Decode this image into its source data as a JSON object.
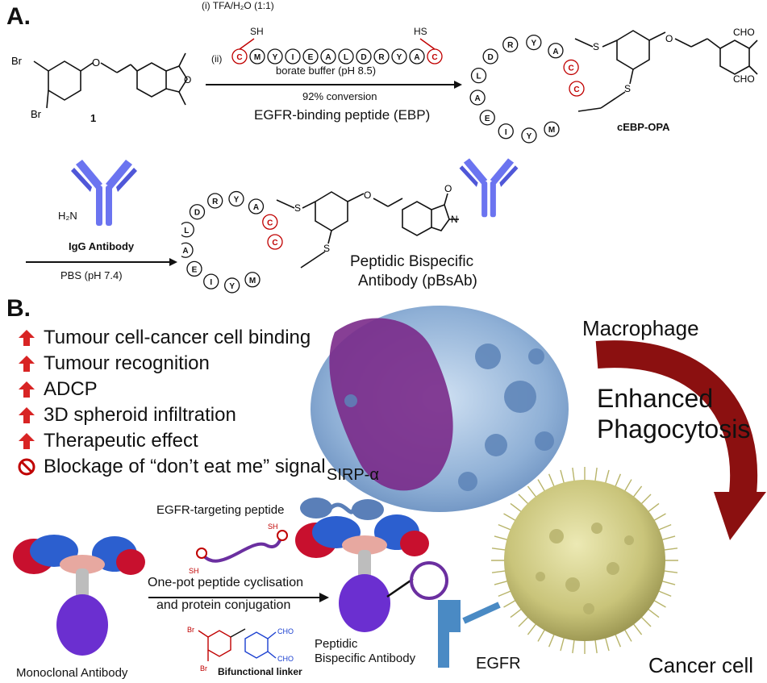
{
  "panelA": {
    "label": "A.",
    "compound1_label": "1",
    "step1": "(i) TFA/H₂O (1:1)",
    "step2_prefix": "(ii)",
    "step2_conditions": "borate buffer (pH 8.5)",
    "conversion": "92% conversion",
    "peptide_name": "EGFR-binding peptide (EBP)",
    "peptide_sequence": [
      "C",
      "M",
      "Y",
      "I",
      "E",
      "A",
      "L",
      "D",
      "R",
      "Y",
      "A",
      "C"
    ],
    "product_label": "cEBP-OPA",
    "antibody_label": "IgG Antibody",
    "amine_label": "H₂N",
    "pbs_conditions": "PBS (pH 7.4)",
    "bispecific_title_line1": "Peptidic Bispecific",
    "bispecific_title_line2": "Antibody (pBsAb)",
    "atoms": {
      "br": "Br",
      "sh": "SH",
      "hs": "HS",
      "s": "S",
      "o": "O",
      "cho": "CHO",
      "n": "N"
    }
  },
  "panelB": {
    "label": "B.",
    "features": [
      {
        "icon": "up-arrow-icon",
        "text": "Tumour cell-cancer cell binding"
      },
      {
        "icon": "up-arrow-icon",
        "text": "Tumour recognition"
      },
      {
        "icon": "up-arrow-icon",
        "text": "ADCP"
      },
      {
        "icon": "up-arrow-icon",
        "text": "3D spheroid infiltration"
      },
      {
        "icon": "up-arrow-icon",
        "text": "Therapeutic effect"
      },
      {
        "icon": "prohibited-icon",
        "text": "Blockage of “don’t eat me” signal"
      }
    ],
    "macrophage_label": "Macrophage",
    "enhanced_line1": "Enhanced",
    "enhanced_line2": "Phagocytosis",
    "sirp_label": "SIRP-α",
    "egfr_peptide_label": "EGFR-targeting peptide",
    "reaction_line1": "One-pot peptide cyclisation",
    "reaction_line2": "and protein conjugation",
    "linker_label": "Bifunctional linker",
    "mab_label": "Monoclonal Antibody",
    "pbsab_line1": "Peptidic",
    "pbsab_line2": "Bispecific Antibody",
    "egfr_label": "EGFR",
    "cancer_label": "Cancer cell"
  },
  "colors": {
    "accent_red": "#c00000",
    "antibody_blue": "#6b74f0",
    "macrophage_purple": "#7a2a8a",
    "cancer_cell": "#d6d28c",
    "arrow_maroon": "#8b1010",
    "linker_blue": "#1a3fd0"
  }
}
